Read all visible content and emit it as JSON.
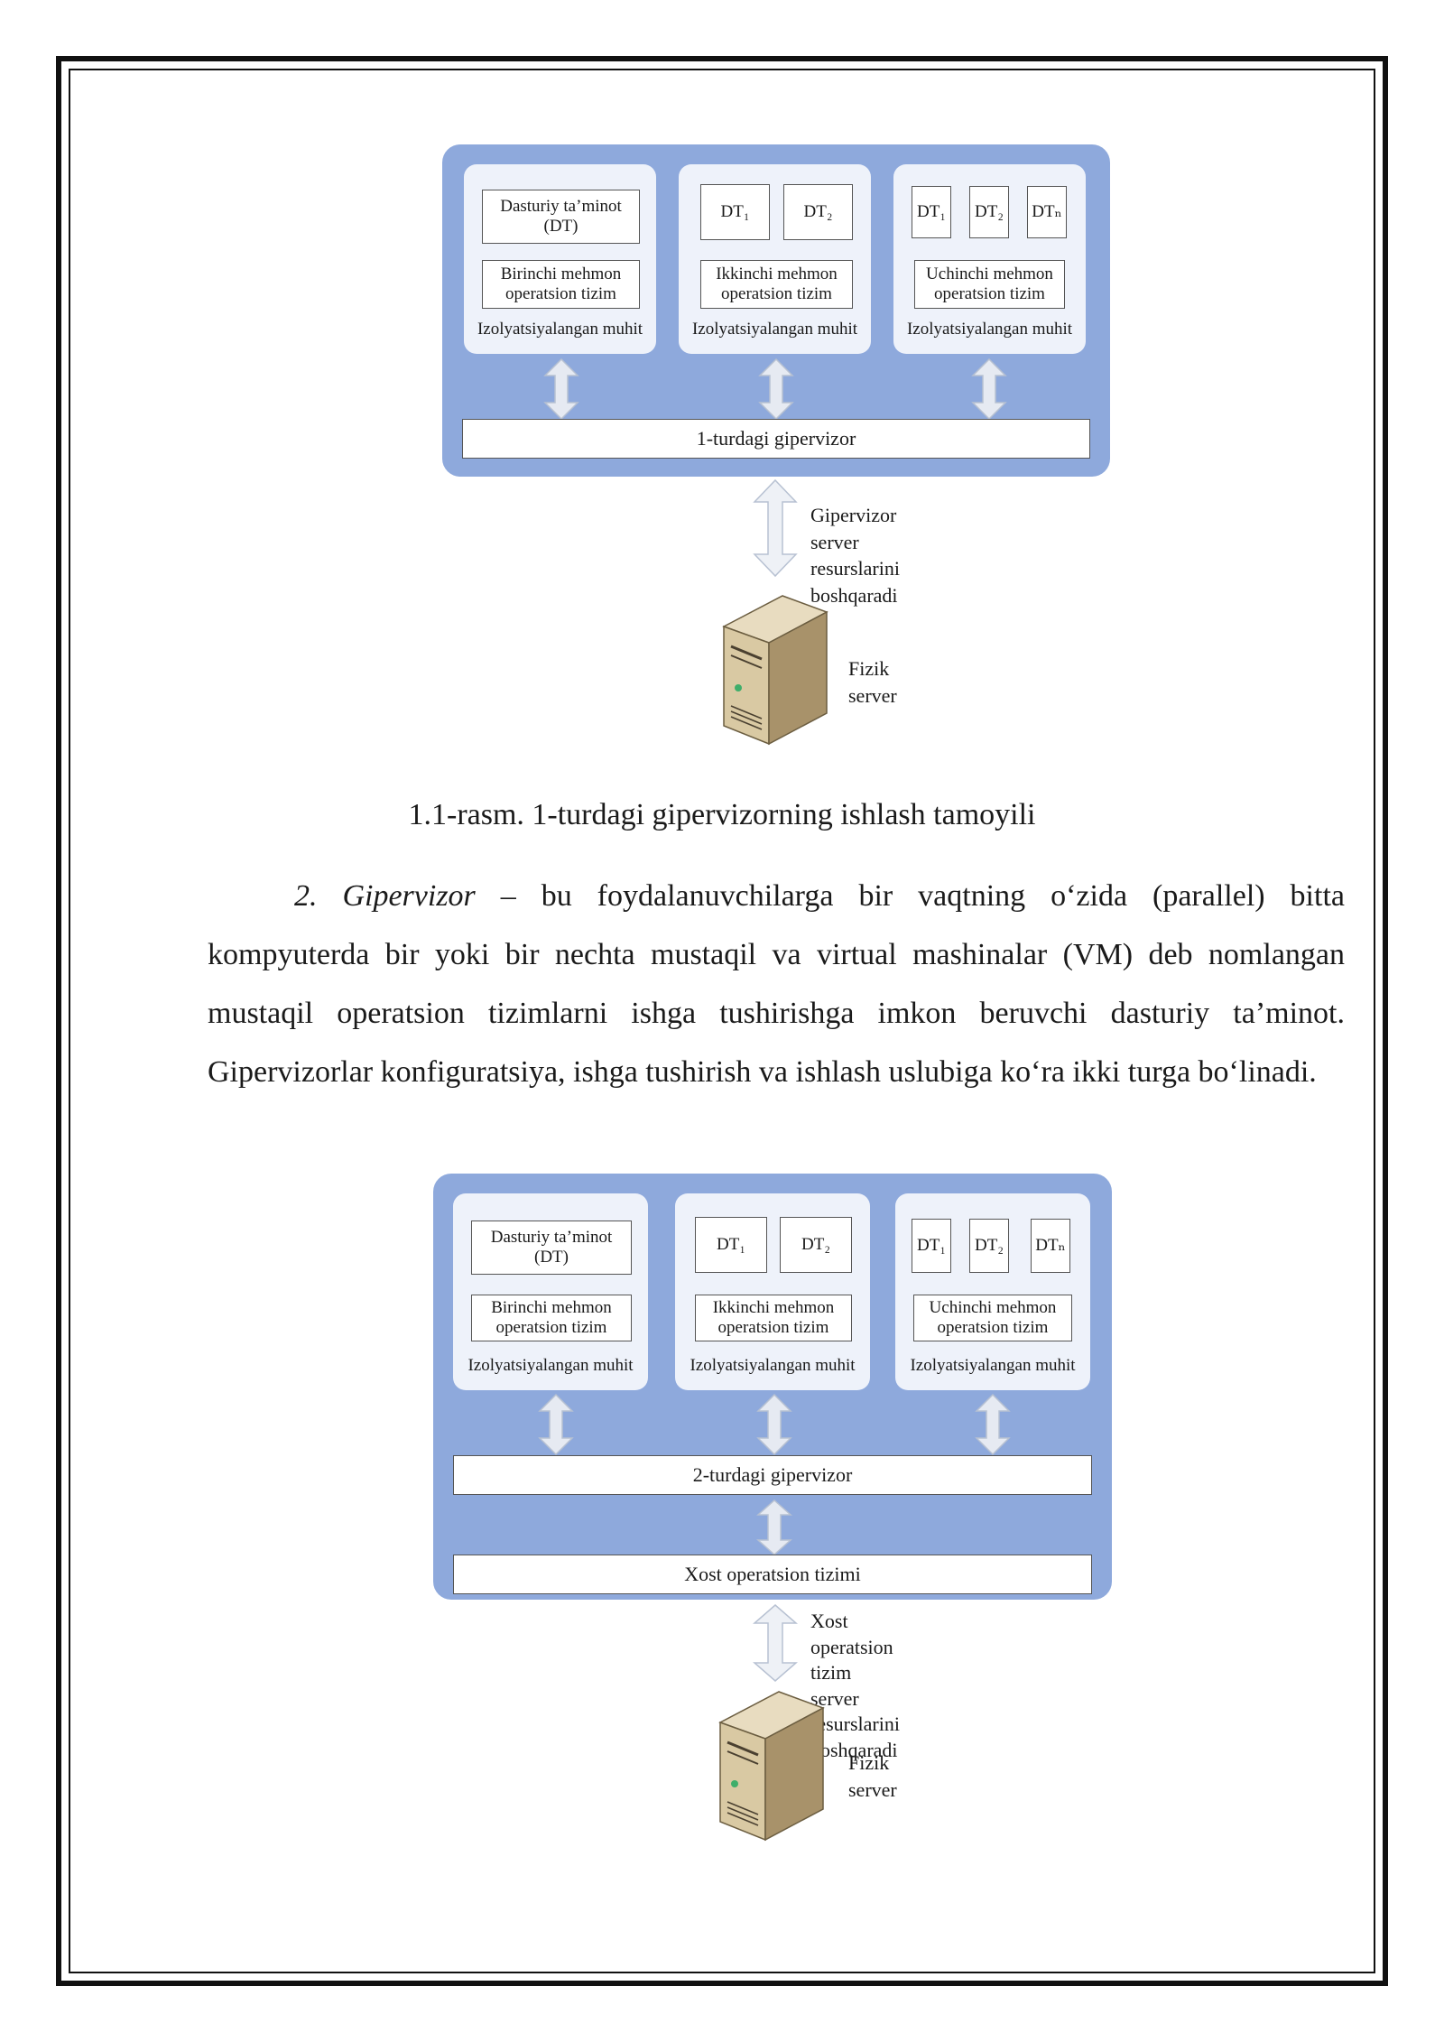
{
  "figure1": {
    "envs": [
      {
        "top_box": "Dasturiy ta’minot\n(DT)",
        "os_box": "Birinchi mehmon\noperatsion tizim",
        "label": "Izolyatsiyalangan muhit"
      },
      {
        "dt": [
          "DT₁",
          "DT₂"
        ],
        "os_box": "Ikkinchi mehmon\noperatsion tizim",
        "label": "Izolyatsiyalangan muhit"
      },
      {
        "dt": [
          "DT₁",
          "DT₂",
          "DTₙ"
        ],
        "os_box": "Uchinchi mehmon\noperatsion tizim",
        "label": "Izolyatsiyalangan muhit"
      }
    ],
    "hypervisor_bar": "1-turdagi gipervizor",
    "arrow_note": "Gipervizor server\nresurslarini boshqaradi",
    "server_label": "Fizik server"
  },
  "caption1": "1.1-rasm. 1-turdagi gipervizorning ishlash tamoyili",
  "paragraph": {
    "term": "2. Gipervizor",
    "text": " – bu foydalanuvchilarga bir vaqtning o‘zida (parallel) bitta kompyuterda bir yoki bir nechta mustaqil va virtual mashinalar (VM) deb nomlangan mustaqil operatsion tizimlarni ishga tushirishga imkon beruvchi dasturiy ta’minot. Gipervizorlar konfiguratsiya, ishga tushirish va ishlash uslubiga ko‘ra ikki turga bo‘linadi."
  },
  "figure2": {
    "envs": [
      {
        "top_box": "Dasturiy ta’minot\n(DT)",
        "os_box": "Birinchi mehmon\noperatsion tizim",
        "label": "Izolyatsiyalangan muhit"
      },
      {
        "dt": [
          "DT₁",
          "DT₂"
        ],
        "os_box": "Ikkinchi mehmon\noperatsion tizim",
        "label": "Izolyatsiyalangan muhit"
      },
      {
        "dt": [
          "DT₁",
          "DT₂",
          "DTₙ"
        ],
        "os_box": "Uchinchi mehmon\noperatsion tizim",
        "label": "Izolyatsiyalangan muhit"
      }
    ],
    "hypervisor_bar": "2-turdagi gipervizor",
    "host_os_bar": "Xost operatsion tizimi",
    "arrow_note": "Xost operatsion tizim\nserver resurslarini\nboshqaradi",
    "server_label": "Fizik server"
  },
  "colors": {
    "panel": "#8ea9dc",
    "env": "#eef2fa",
    "arrow_fill": "#e6eaf2",
    "arrow_stroke": "#b7c1d2"
  }
}
